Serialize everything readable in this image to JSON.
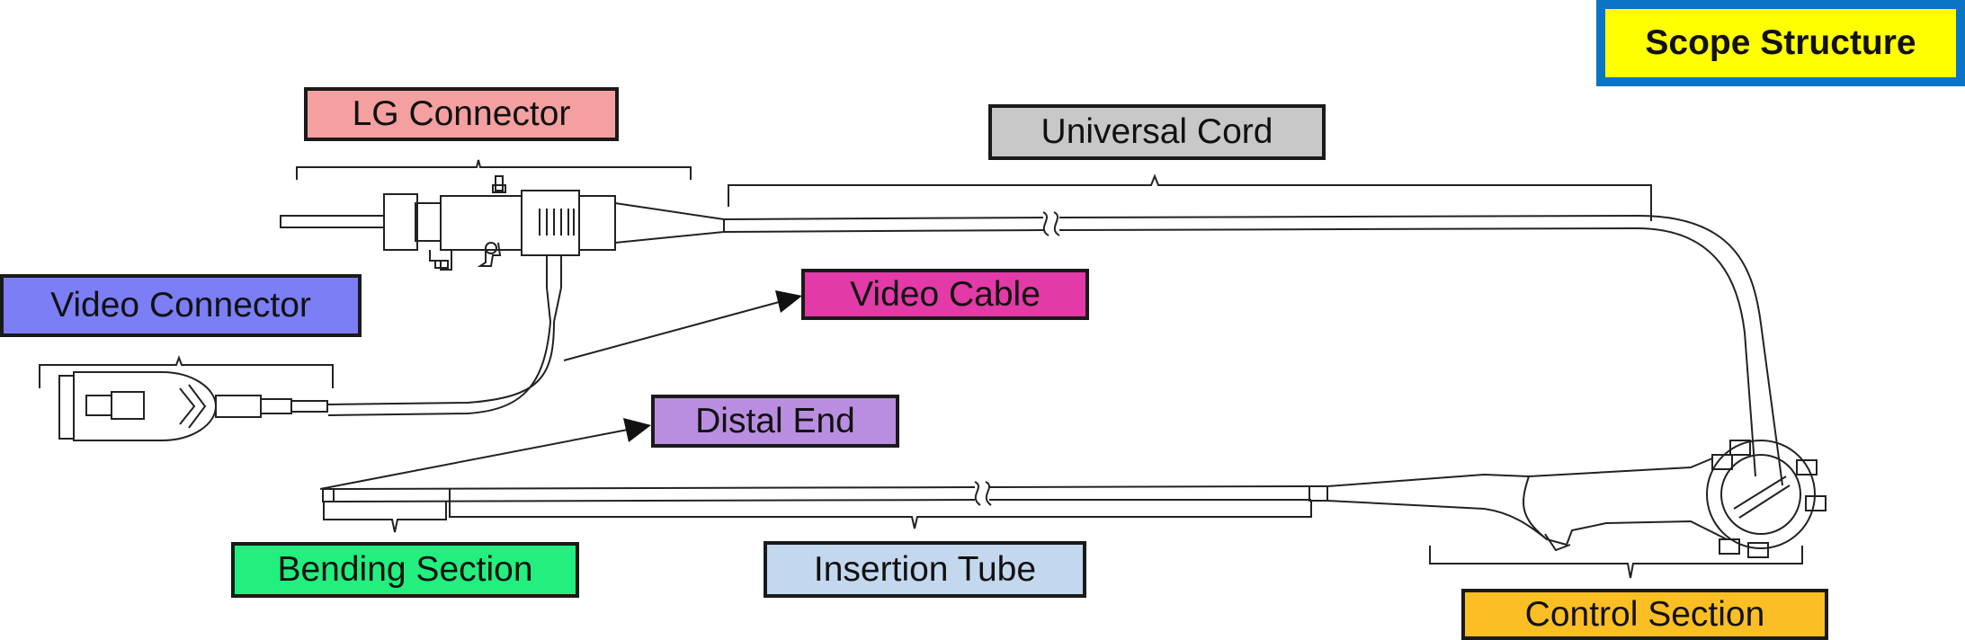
{
  "title": "Scope Structure",
  "labels": {
    "lg_connector": "LG Connector",
    "universal_cord": "Universal Cord",
    "video_connector": "Video Connector",
    "video_cable": "Video Cable",
    "distal_end": "Distal End",
    "bending_section": "Bending Section",
    "insertion_tube": "Insertion Tube",
    "control_section": "Control Section"
  },
  "colors": {
    "title_fill": "#ffff00",
    "title_border": "#0b74c6",
    "lg_connector": "#f4a0a0",
    "universal_cord": "#c8c8c8",
    "video_connector": "#7b7ef5",
    "video_cable": "#e23aa6",
    "distal_end": "#b98ee0",
    "bending_section": "#22ef7e",
    "insertion_tube": "#c3d8ee",
    "control_section": "#fbbf25"
  }
}
